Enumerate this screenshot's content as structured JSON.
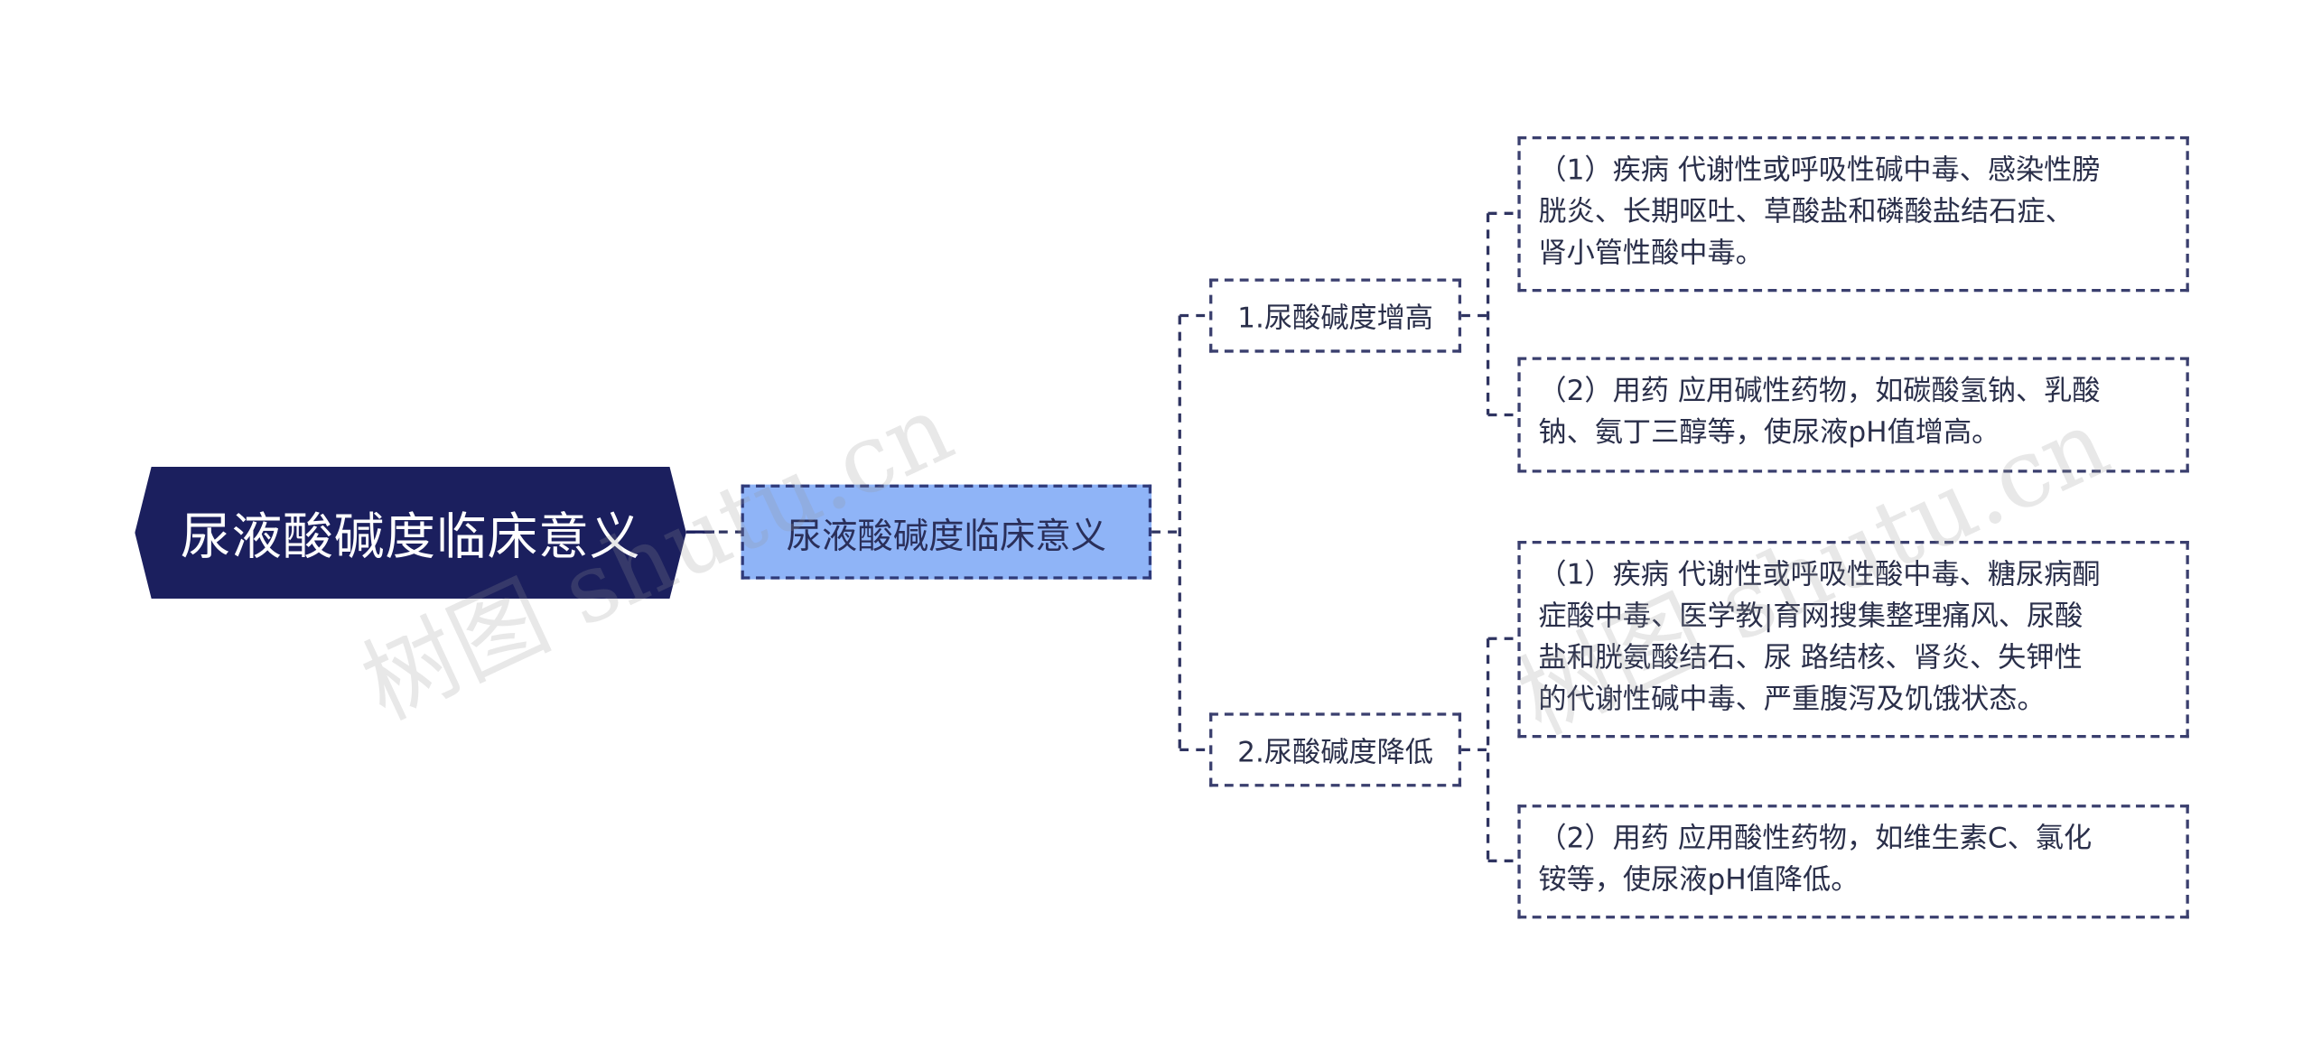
{
  "root": {
    "label": "尿液酸碱度临床意义"
  },
  "center": {
    "label": "尿液酸碱度临床意义"
  },
  "branches": [
    {
      "label": "1.尿酸碱度增高",
      "items": [
        "（1）疾病 代谢性或呼吸性碱中毒、感染性膀\n胱炎、长期呕吐、草酸盐和磷酸盐结石症、\n肾小管性酸中毒。",
        "（2）用药 应用碱性药物，如碳酸氢钠、乳酸\n钠、氨丁三醇等，使尿液pH值增高。"
      ]
    },
    {
      "label": "2.尿酸碱度降低",
      "items": [
        "（1）疾病 代谢性或呼吸性酸中毒、糖尿病酮\n症酸中毒、医学教|育网搜集整理痛风、尿酸\n盐和胱氨酸结石、尿 路结核、肾炎、失钾性\n的代谢性碱中毒、严重腹泻及饥饿状态。",
        "（2）用药 应用酸性药物，如维生素C、氯化\n铵等，使尿液pH值降低。"
      ]
    }
  ],
  "watermarks": [
    "树图 shutu.cn",
    "树图 shutu.cn"
  ],
  "colors": {
    "root_fill": "#1b1f5e",
    "center_fill": "#8fb4f7",
    "line": "#2f3461"
  }
}
